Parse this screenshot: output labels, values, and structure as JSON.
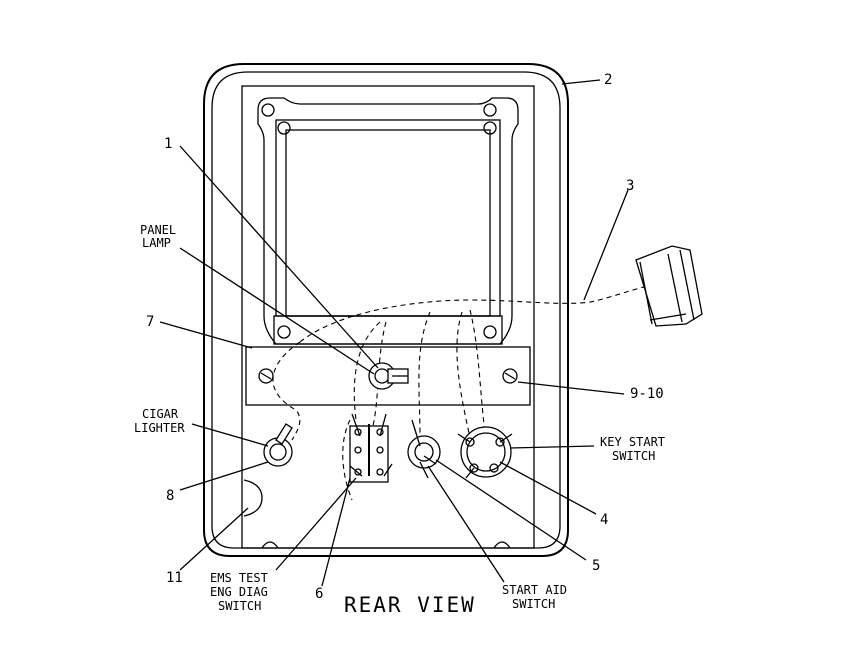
{
  "view_title": "REAR VIEW",
  "labels": {
    "panel_lamp": [
      "PANEL",
      "LAMP"
    ],
    "cigar_lighter": [
      "CIGAR",
      "LIGHTER"
    ],
    "key_start_switch": [
      "KEY START",
      "SWITCH"
    ],
    "ems_test_switch": [
      "EMS TEST",
      "ENG DIAG",
      "SWITCH"
    ],
    "start_aid_switch": [
      "START AID",
      "SWITCH"
    ]
  },
  "callouts": {
    "c1": "1",
    "c2": "2",
    "c3": "3",
    "c4": "4",
    "c5": "5",
    "c6": "6",
    "c7": "7",
    "c8": "8",
    "c9_10": "9-10",
    "c11": "11"
  }
}
